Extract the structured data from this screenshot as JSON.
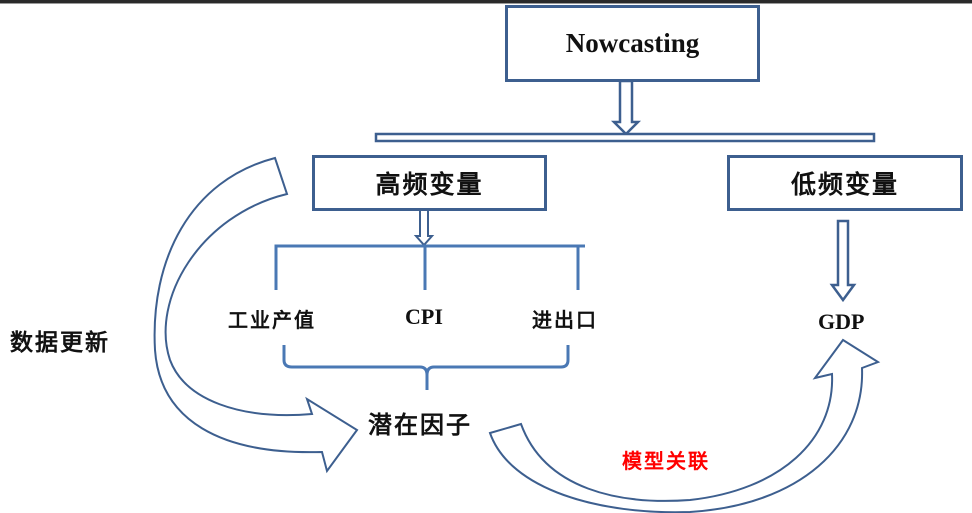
{
  "title": "Nowcasting",
  "nodes": {
    "root": "Nowcasting",
    "high_freq": "高频变量",
    "low_freq": "低频变量",
    "industrial_output": "工业产值",
    "cpi": "CPI",
    "import_export": "进出口",
    "latent_factor": "潜在因子",
    "gdp": "GDP"
  },
  "annotations": {
    "data_update": "数据更新",
    "model_link": "模型关联"
  },
  "colors": {
    "stroke": "#3d5f8f",
    "bracket": "#4a78b4",
    "text": "#111111",
    "highlight": "#ff0000"
  }
}
